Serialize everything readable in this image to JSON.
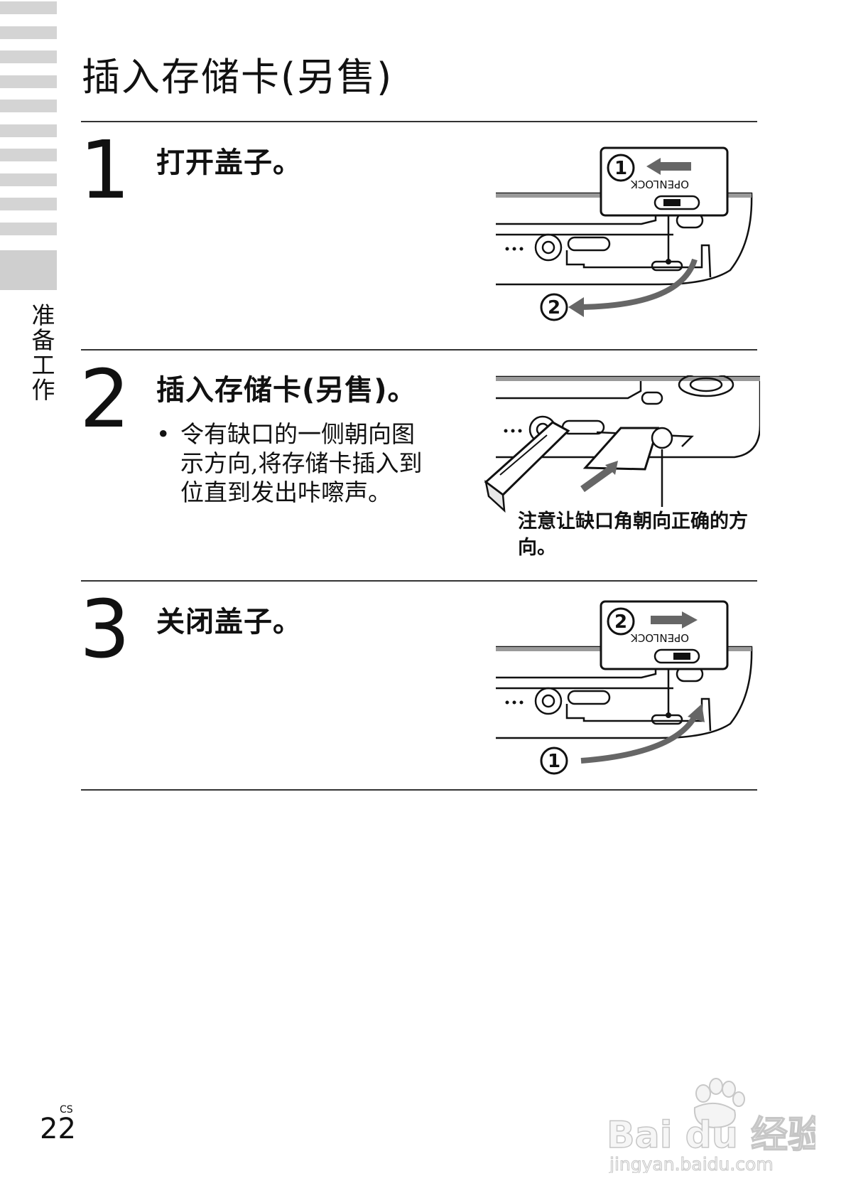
{
  "sidebar": {
    "section_label": [
      "准",
      "备",
      "工",
      "作"
    ]
  },
  "page": {
    "title": "插入存储卡(另售)",
    "lang_code": "CS",
    "number": "22"
  },
  "steps": [
    {
      "number": "1",
      "title": "打开盖子。"
    },
    {
      "number": "2",
      "title": "插入存储卡(另售)。",
      "bullet": "令有缺口的一侧朝向图示方向,将存储卡插入到位直到发出咔嚓声。",
      "callout": "注意让缺口角朝向正确的方向。"
    },
    {
      "number": "3",
      "title": "关闭盖子。"
    }
  ],
  "figures": {
    "lock_label": "LOCK",
    "open_label": "OPEN",
    "step1_marks": [
      "1",
      "2"
    ],
    "step3_marks": [
      "2",
      "1"
    ]
  },
  "watermark": {
    "brand": "Bai du 经验",
    "url": "jingyan.baidu.com"
  }
}
